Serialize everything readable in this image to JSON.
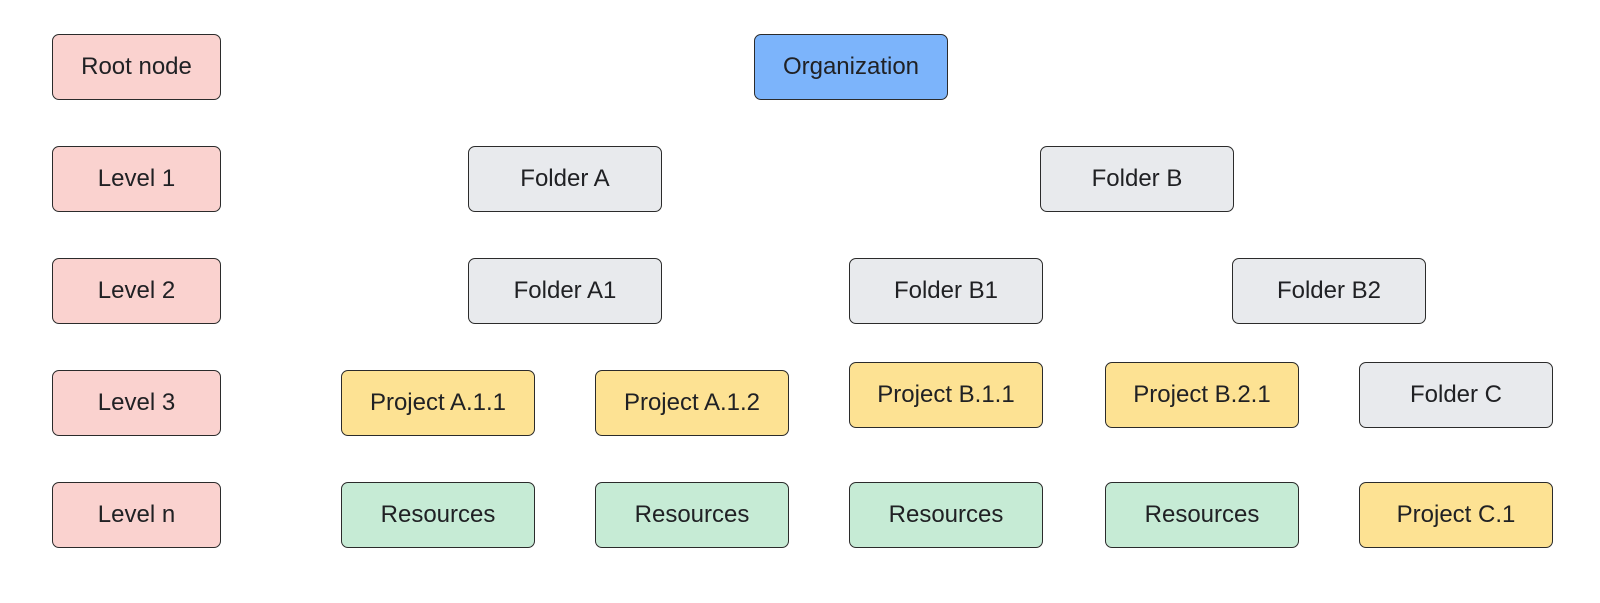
{
  "legend": {
    "root": "Root node",
    "level1": "Level 1",
    "level2": "Level 2",
    "level3": "Level 3",
    "leveln": "Level n"
  },
  "nodes": {
    "organization": "Organization",
    "folder_a": "Folder A",
    "folder_b": "Folder B",
    "folder_a1": "Folder A1",
    "folder_b1": "Folder B1",
    "folder_b2": "Folder B2",
    "project_a11": "Project A.1.1",
    "project_a12": "Project A.1.2",
    "project_b11": "Project B.1.1",
    "project_b21": "Project B.2.1",
    "folder_c": "Folder C",
    "resources_1": "Resources",
    "resources_2": "Resources",
    "resources_3": "Resources",
    "resources_4": "Resources",
    "project_c1": "Project C.1"
  },
  "colors": {
    "legend": "#fad2cf",
    "organization": "#7cb4fb",
    "folder": "#e8eaed",
    "project": "#fde293",
    "resources": "#c6ebd5"
  }
}
